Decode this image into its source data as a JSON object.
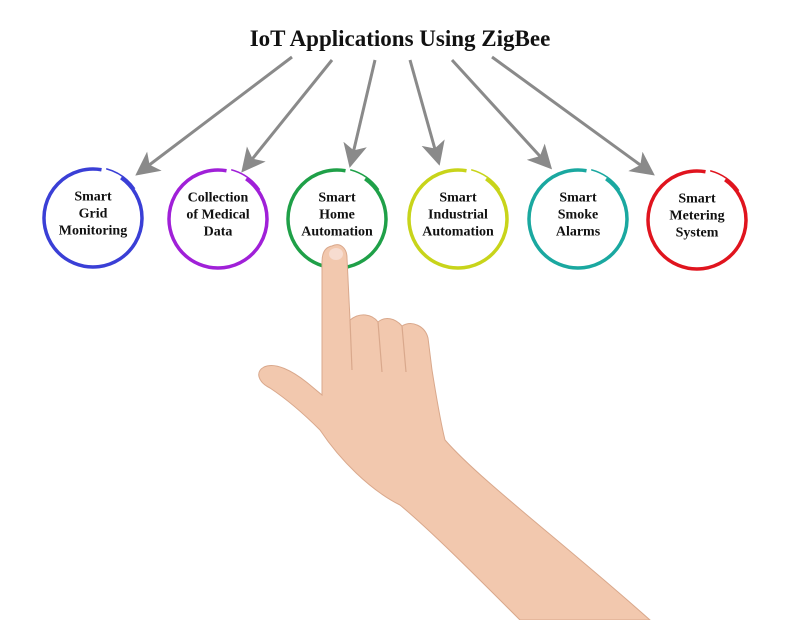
{
  "title": "IoT Applications Using ZigBee",
  "applications": [
    {
      "lines": [
        "Smart",
        "Grid",
        "Monitoring"
      ],
      "color": "#3a3fd6"
    },
    {
      "lines": [
        "Collection",
        "of Medical",
        "Data"
      ],
      "color": "#a020d8"
    },
    {
      "lines": [
        "Smart",
        "Home",
        "Automation"
      ],
      "color": "#1fa048"
    },
    {
      "lines": [
        "Smart",
        "Industrial",
        "Automation"
      ],
      "color": "#c8d41a"
    },
    {
      "lines": [
        "Smart",
        "Smoke",
        "Alarms"
      ],
      "color": "#1aa8a0"
    },
    {
      "lines": [
        "Smart",
        "Metering",
        "System"
      ],
      "color": "#e0141e"
    }
  ],
  "arrow_color": "#8a8a8a",
  "skin_color": "#f2c8ae"
}
